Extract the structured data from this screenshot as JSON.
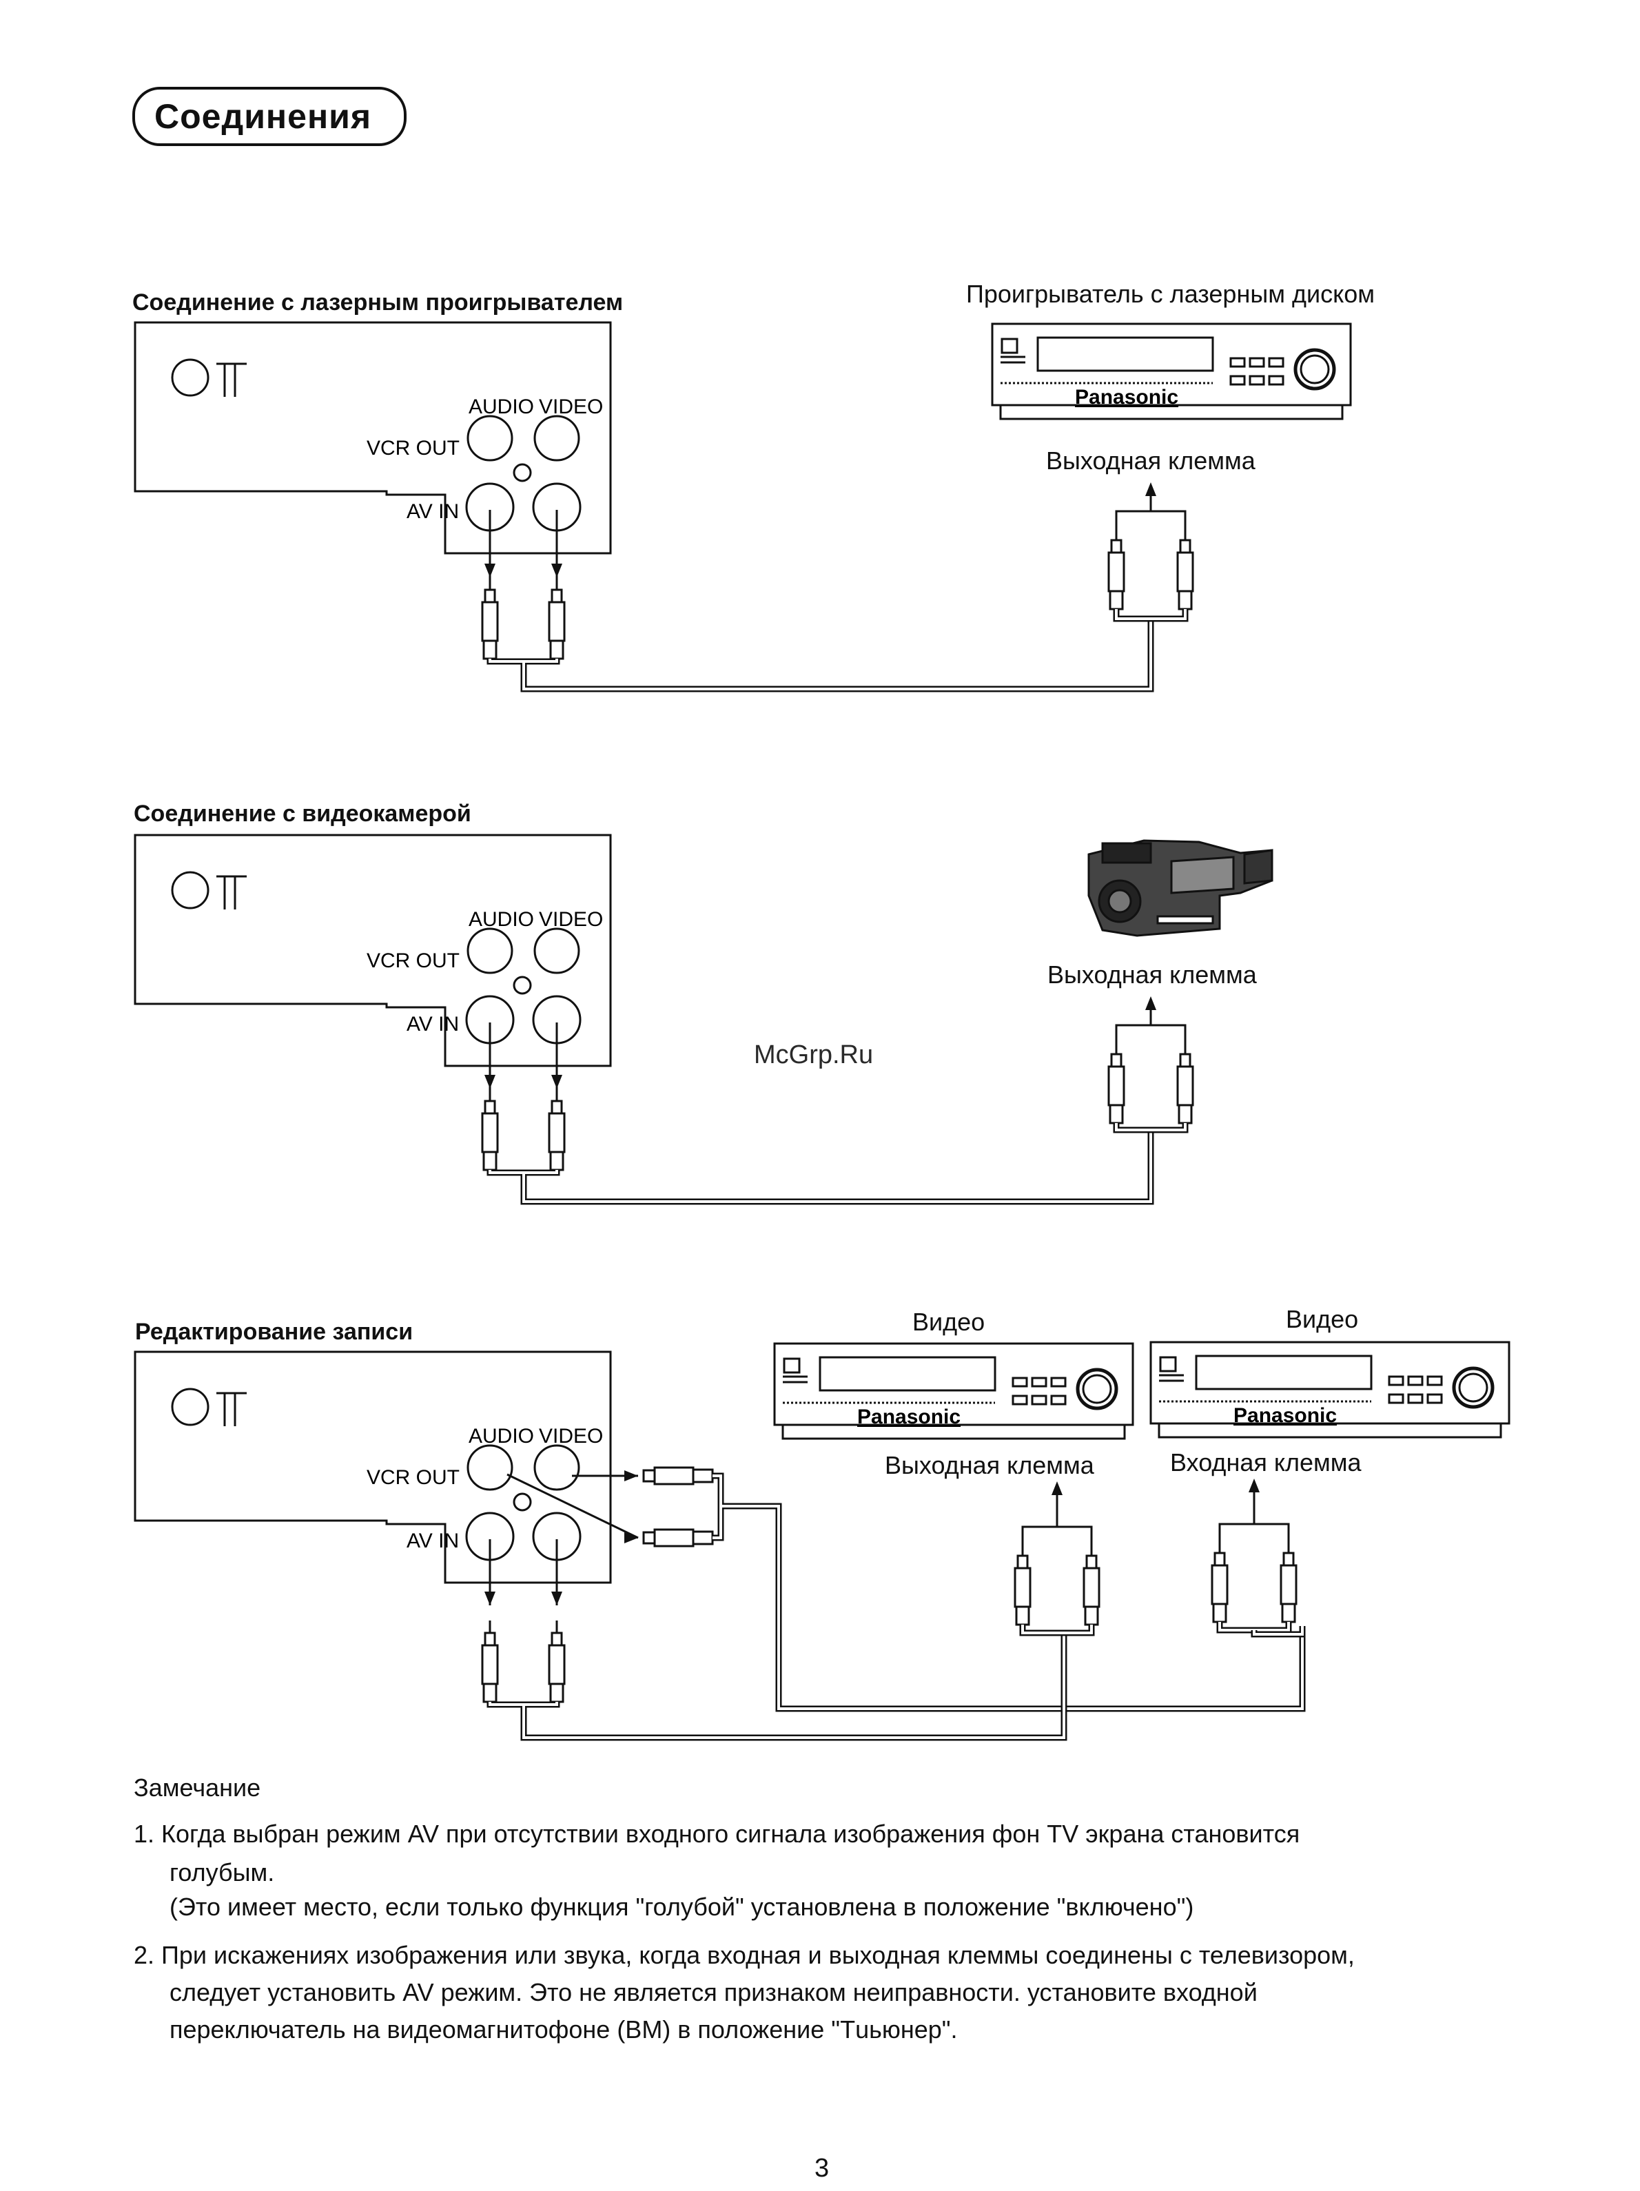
{
  "page": {
    "title": "Соединения",
    "watermark": "McGrp.Ru",
    "page_number": "3"
  },
  "sections": [
    {
      "heading": "Соединение с лазерным проигрывателем",
      "device_label": "Проигрыватель с лазерным диском",
      "brand": "Panasonic",
      "terminal_label": "Выходная клемма"
    },
    {
      "heading": "Соединение с видеокамерой",
      "terminal_label": "Выходная клемма"
    },
    {
      "heading": "Редактирование записи",
      "vcr1_label": "Видео",
      "vcr2_label": "Видео",
      "brand": "Panasonic",
      "out_terminal_label": "Выходная клемма",
      "in_terminal_label": "Входная клемма"
    }
  ],
  "tv_panel": {
    "audio": "AUDIO",
    "video": "VIDEO",
    "vcr_out": "VCR OUT",
    "av_in": "AV IN"
  },
  "notes": {
    "heading": "Замечание",
    "items": [
      {
        "lines": [
          "1.  Когда выбран режим AV при отсутствии входного сигнала изображения фон TV экрана становится",
          "голубым.",
          "(Это имеет место, если только функция \"голубой\" установлена в положение \"включено\")"
        ]
      },
      {
        "lines": [
          "2. При искажениях изображения или звука, когда входная и выходная клеммы соединены с телевизором,",
          "следует установить AV режим. Это не является признаком неиправности. установите входной",
          "переключатель на видеомагнитофоне (ВМ) в положение \"Тuьюнер\"."
        ]
      }
    ]
  }
}
